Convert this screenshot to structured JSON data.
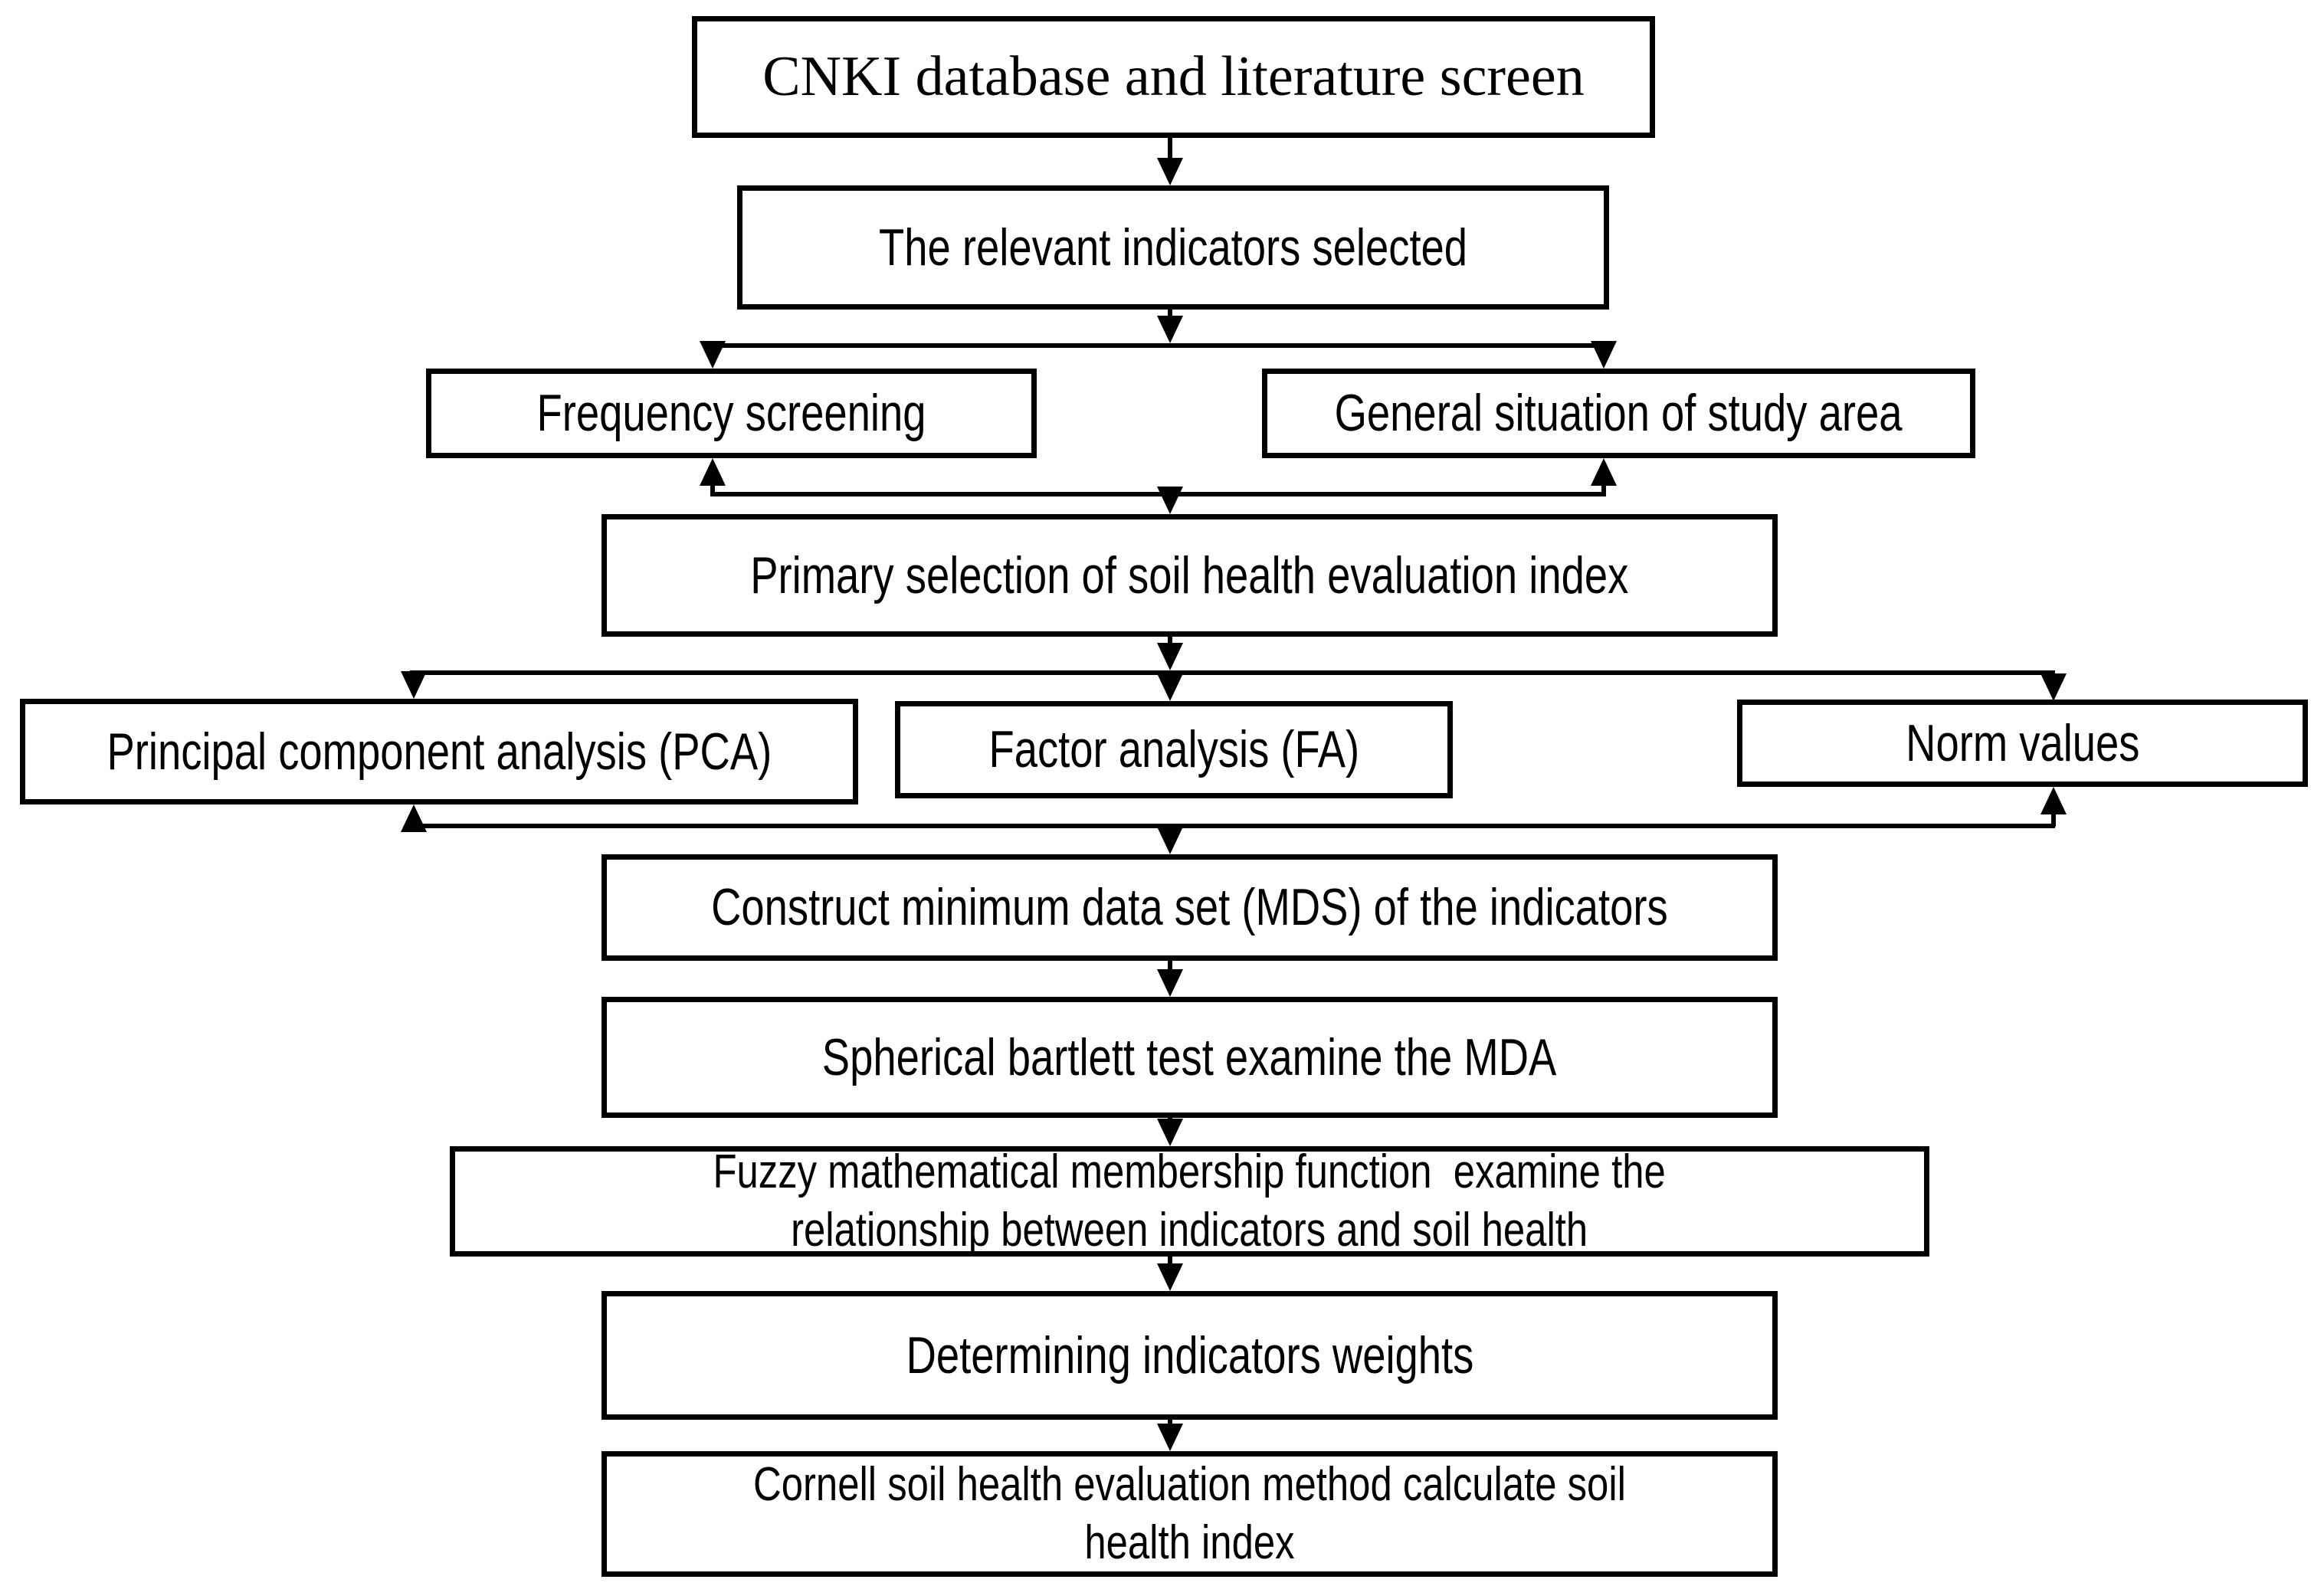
{
  "colors": {
    "ink": "#000000",
    "background": "#ffffff",
    "box_fill": "#ffffff",
    "box_border": "#000000"
  },
  "nodes": {
    "cnki": {
      "label": "CNKI database and literature screen"
    },
    "relevant": {
      "label": "The relevant indicators selected"
    },
    "frequency": {
      "label": "Frequency screening"
    },
    "study_area": {
      "label": "General situation of study area"
    },
    "primary": {
      "label": "Primary selection of soil health evaluation index"
    },
    "pca": {
      "label": "Principal component analysis (PCA)"
    },
    "fa": {
      "label": "Factor analysis (FA)"
    },
    "norm": {
      "label": "Norm values"
    },
    "mds": {
      "label": "Construct minimum data set (MDS) of the indicators"
    },
    "bartlett": {
      "label": "Spherical bartlett test examine the MDA"
    },
    "fuzzy": {
      "line1": "Fuzzy mathematical membership function  examine the",
      "line2": "relationship between indicators and soil health"
    },
    "weights": {
      "label": "Determining indicators weights"
    },
    "cornell": {
      "line1": "Cornell soil health evaluation method calculate soil",
      "line2": "health index"
    }
  },
  "connectors": [
    {
      "from": "cnki",
      "to": "relevant",
      "arrow": "down"
    },
    {
      "from": "relevant",
      "to": "frequency",
      "arrow": "down"
    },
    {
      "from": "relevant",
      "to": "study_area",
      "arrow": "down"
    },
    {
      "from": "junction(frequency,study_area)",
      "to": "frequency",
      "arrow": "up"
    },
    {
      "from": "junction(frequency,study_area)",
      "to": "study_area",
      "arrow": "up"
    },
    {
      "from": "junction(frequency,study_area)",
      "to": "primary",
      "arrow": "down"
    },
    {
      "from": "primary",
      "to": "pca",
      "arrow": "down"
    },
    {
      "from": "primary",
      "to": "fa",
      "arrow": "down"
    },
    {
      "from": "primary",
      "to": "norm",
      "arrow": "down"
    },
    {
      "from": "junction(pca,norm)",
      "to": "pca",
      "arrow": "up"
    },
    {
      "from": "junction(pca,norm)",
      "to": "norm",
      "arrow": "up"
    },
    {
      "from": "junction(pca,norm)",
      "to": "mds",
      "arrow": "down"
    },
    {
      "from": "mds",
      "to": "bartlett",
      "arrow": "down"
    },
    {
      "from": "bartlett",
      "to": "fuzzy",
      "arrow": "down"
    },
    {
      "from": "fuzzy",
      "to": "weights",
      "arrow": "down"
    },
    {
      "from": "weights",
      "to": "cornell",
      "arrow": "down"
    }
  ]
}
